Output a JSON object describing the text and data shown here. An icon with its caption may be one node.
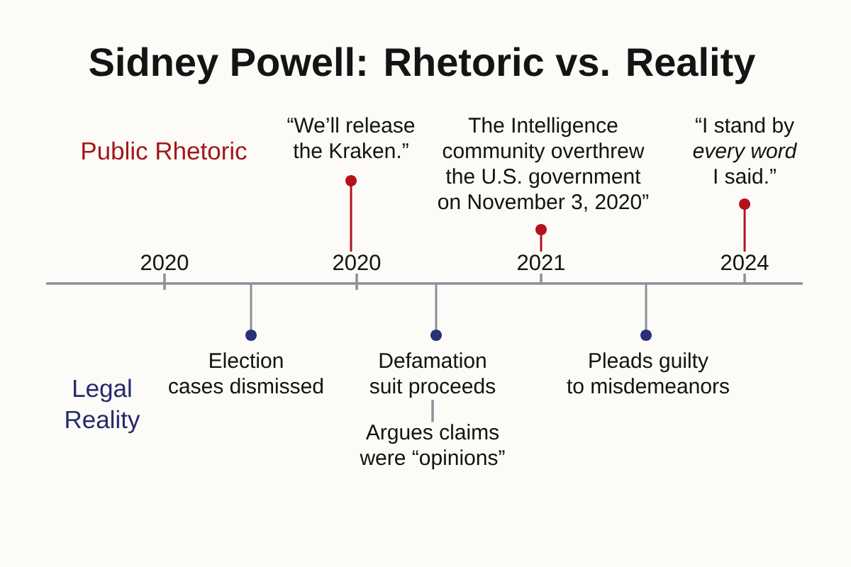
{
  "diagram": {
    "title": "Sidney Powell: Rhetoric vs. Reality",
    "nodes": [
      {
        "text": [
          "“We’ll release the Kraken.”"
        ]
      },
      {
        "text": [
          "The Intelligence community overthrew the U.S. government on November 3, 2020”"
        ]
      },
      {
        "text": [
          "“I stand by *every word* I said.”"
        ]
      },
      {
        "text": [
          "Election cases dismissed"
        ]
      },
      {
        "text": [
          "Defamation suit proceeds"
        ]
      },
      {
        "text": [
          "Argues claims were “opinions”"
        ]
      },
      {
        "text": [
          "Pleads guilty to misdemeanors"
        ]
      }
    ],
    "edges": [
      {
        "from": 4,
        "to": 5,
        "arrow": "none"
      }
    ],
    "labels": [
      "Public Rhetoric",
      "2020",
      "2020",
      "2021",
      "2024",
      "Legal Reality"
    ]
  }
}
